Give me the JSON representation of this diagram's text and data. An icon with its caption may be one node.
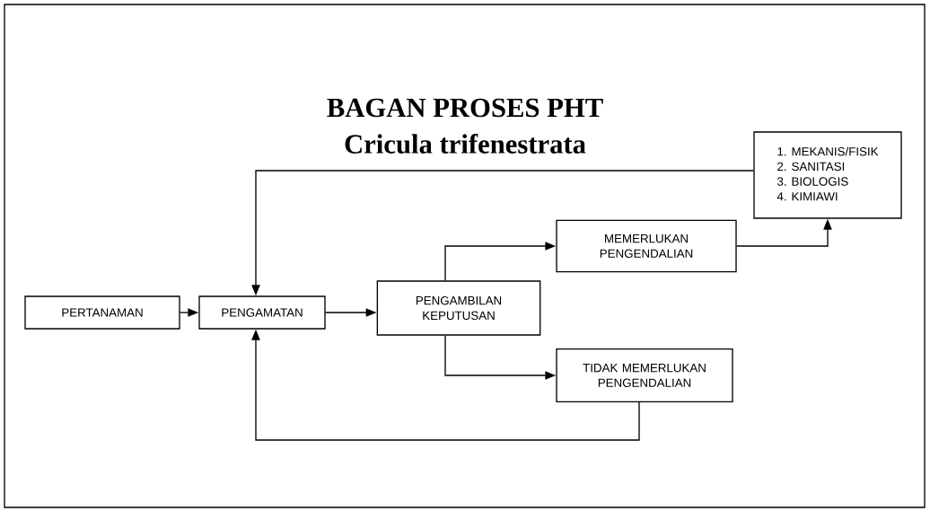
{
  "diagram": {
    "title": "BAGAN PROSES PHT",
    "nodes": [
      {
        "text": [
          "PERTANAMAN"
        ]
      },
      {
        "text": [
          "PENGAMATAN"
        ]
      },
      {
        "text": [
          "PENGAMBILAN KEPUTUSAN"
        ]
      },
      {
        "text": [
          "MEMERLUKAN PENGENDALIAN"
        ]
      },
      {
        "text": [
          "TIDAK MEMERLUKAN PENGENDALIAN"
        ]
      },
      {
        "text": [
          "1. MEKANIS/FISIK",
          "2. SANITASI",
          "3. BIOLOGIS",
          "4. KIMIAWI"
        ]
      }
    ],
    "edges": [
      {
        "from": 0,
        "to": 1,
        "arrow": "to"
      },
      {
        "from": 1,
        "to": 2,
        "arrow": "to"
      },
      {
        "from": 2,
        "to": 3,
        "arrow": "to"
      },
      {
        "from": 2,
        "to": 4,
        "arrow": "to"
      },
      {
        "from": 3,
        "to": 5,
        "arrow": "to"
      },
      {
        "from": 5,
        "to": 1,
        "arrow": "to"
      },
      {
        "from": 4,
        "to": 1,
        "arrow": "to"
      }
    ],
    "labels": [
      "Cricula trifenestrata"
    ]
  }
}
